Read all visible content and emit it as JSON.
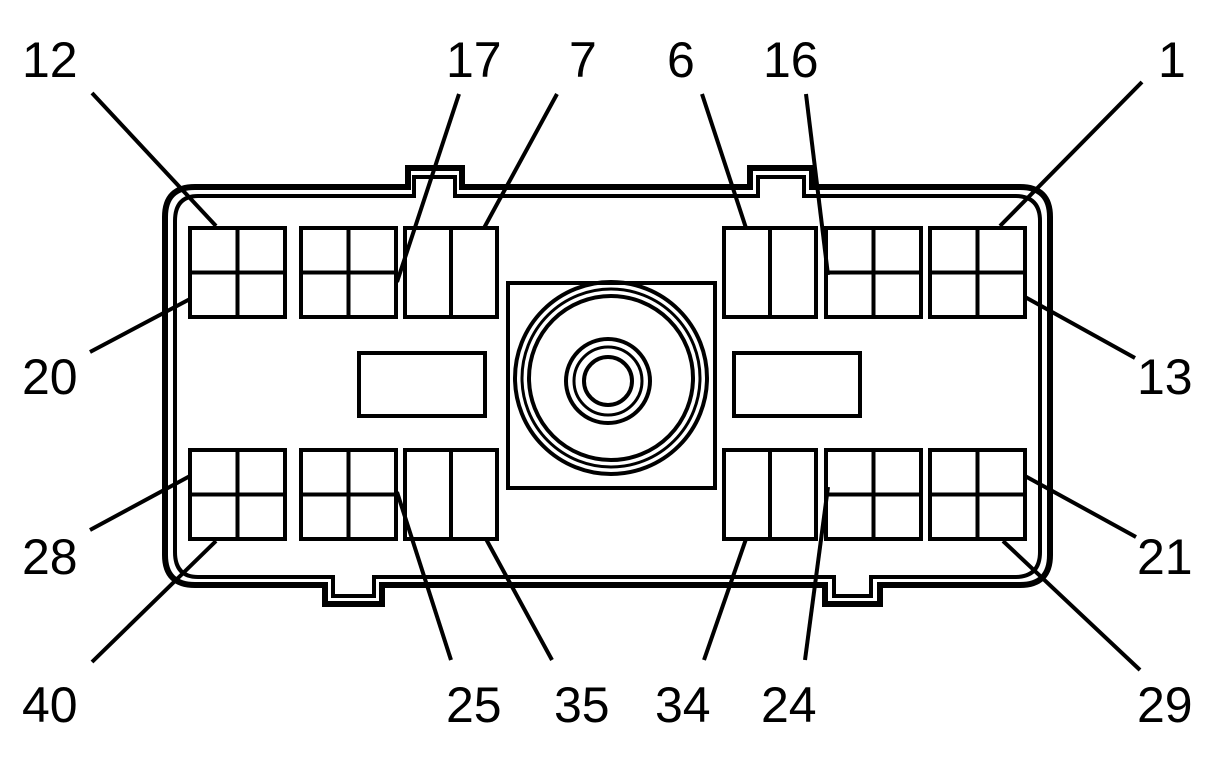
{
  "colors": {
    "line": "#000000",
    "background": "#ffffff"
  },
  "pin_labels": {
    "p12": "12",
    "p17": "17",
    "p7": "7",
    "p6": "6",
    "p16": "16",
    "p1": "1",
    "p20": "20",
    "p13": "13",
    "p28": "28",
    "p21": "21",
    "p40": "40",
    "p25": "25",
    "p35": "35",
    "p34": "34",
    "p24": "24",
    "p29": "29"
  }
}
